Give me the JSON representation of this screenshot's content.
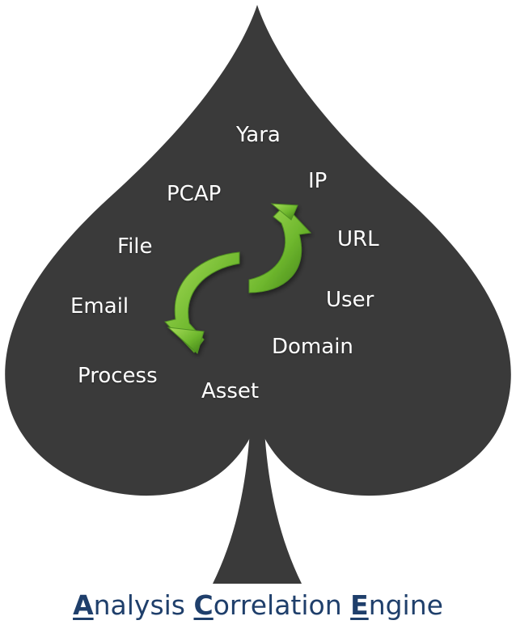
{
  "diagram": {
    "terms": [
      "Yara",
      "IP",
      "PCAP",
      "URL",
      "File",
      "User",
      "Email",
      "Domain",
      "Process",
      "Asset"
    ]
  },
  "caption": {
    "word1_initial": "A",
    "word1_rest": "nalysis ",
    "word2_initial": "C",
    "word2_rest": "orrelation ",
    "word3_initial": "E",
    "word3_rest": "ngine"
  },
  "colors": {
    "spade": "#3a3a3a",
    "label": "#ffffff",
    "arrow": "#6fb82e",
    "caption": "#1f3f6b"
  }
}
